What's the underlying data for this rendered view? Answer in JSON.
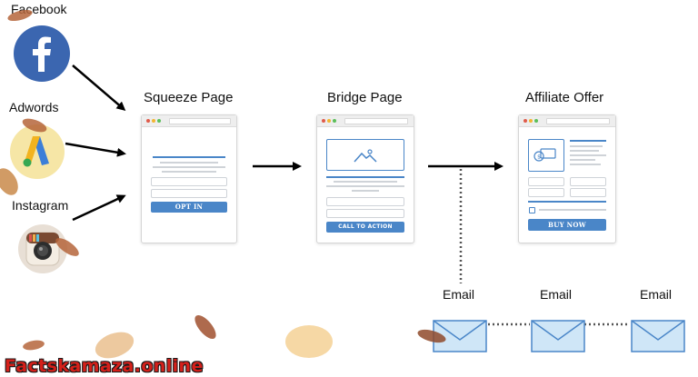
{
  "sources": {
    "facebook": "Facebook",
    "adwords": "Adwords",
    "instagram": "Instagram"
  },
  "pages": {
    "squeeze": {
      "title": "Squeeze Page",
      "button": "OPT IN"
    },
    "bridge": {
      "title": "Bridge Page",
      "button": "CALL TO ACTION"
    },
    "affiliate": {
      "title": "Affiliate Offer",
      "button": "BUY NOW"
    }
  },
  "emails": [
    "Email",
    "Email",
    "Email"
  ],
  "watermark": "Factskamaza.online",
  "colors": {
    "accent": "#4a86c8",
    "facebook": "#3b66b0",
    "envelope": "#cfe6f7",
    "watermark": "#d5201a"
  }
}
